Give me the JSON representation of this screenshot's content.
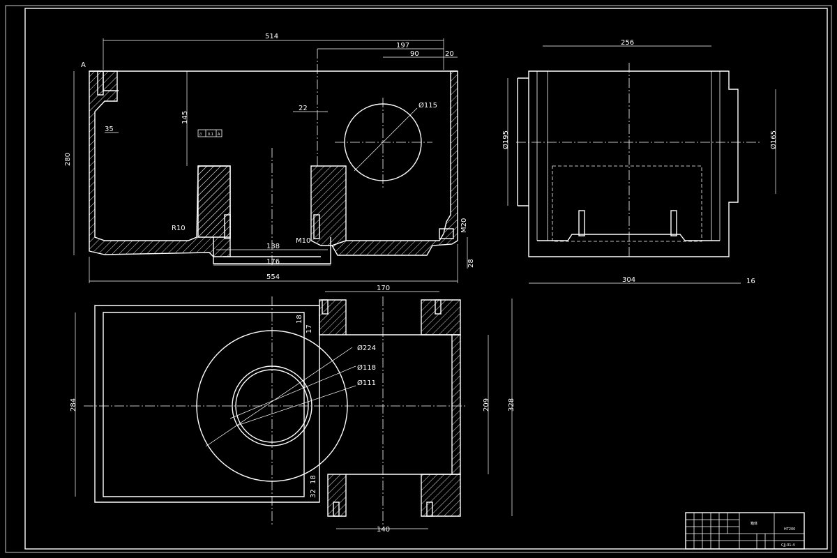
{
  "front_view": {
    "dims": {
      "overall_top": "514",
      "right_part": "197",
      "hole_offset": "90",
      "right_wall": "20",
      "height": "280",
      "wall_35": "35",
      "depth_145": "145",
      "d22": "22",
      "hole_dia": "Ø115",
      "fillet": "R10",
      "boss_138": "138",
      "thread_m10": "M10",
      "thread_m20": "M20",
      "base_176": "176",
      "base_28": "28",
      "overall_bottom": "554"
    },
    "gdt": {
      "symbol": "//",
      "tolerance": "0.1",
      "datum": "A"
    },
    "datum_label": "A"
  },
  "side_view": {
    "dims": {
      "top_width": "256",
      "left_dia": "Ø195",
      "right_dia": "Ø165",
      "bottom_width": "304",
      "flange": "16"
    }
  },
  "top_view": {
    "dims": {
      "top_170": "170",
      "d18_top": "18",
      "d17": "17",
      "dia_224": "Ø224",
      "dia_118": "Ø118",
      "dia_111": "Ø111",
      "height_284": "284",
      "inner_209": "209",
      "outer_328": "328",
      "d18_bot": "18",
      "d32": "32",
      "bottom_140": "140"
    }
  },
  "title_block": {
    "part_name": "箱体",
    "material": "HT200",
    "drawing_no": "CJJ-01-4"
  }
}
